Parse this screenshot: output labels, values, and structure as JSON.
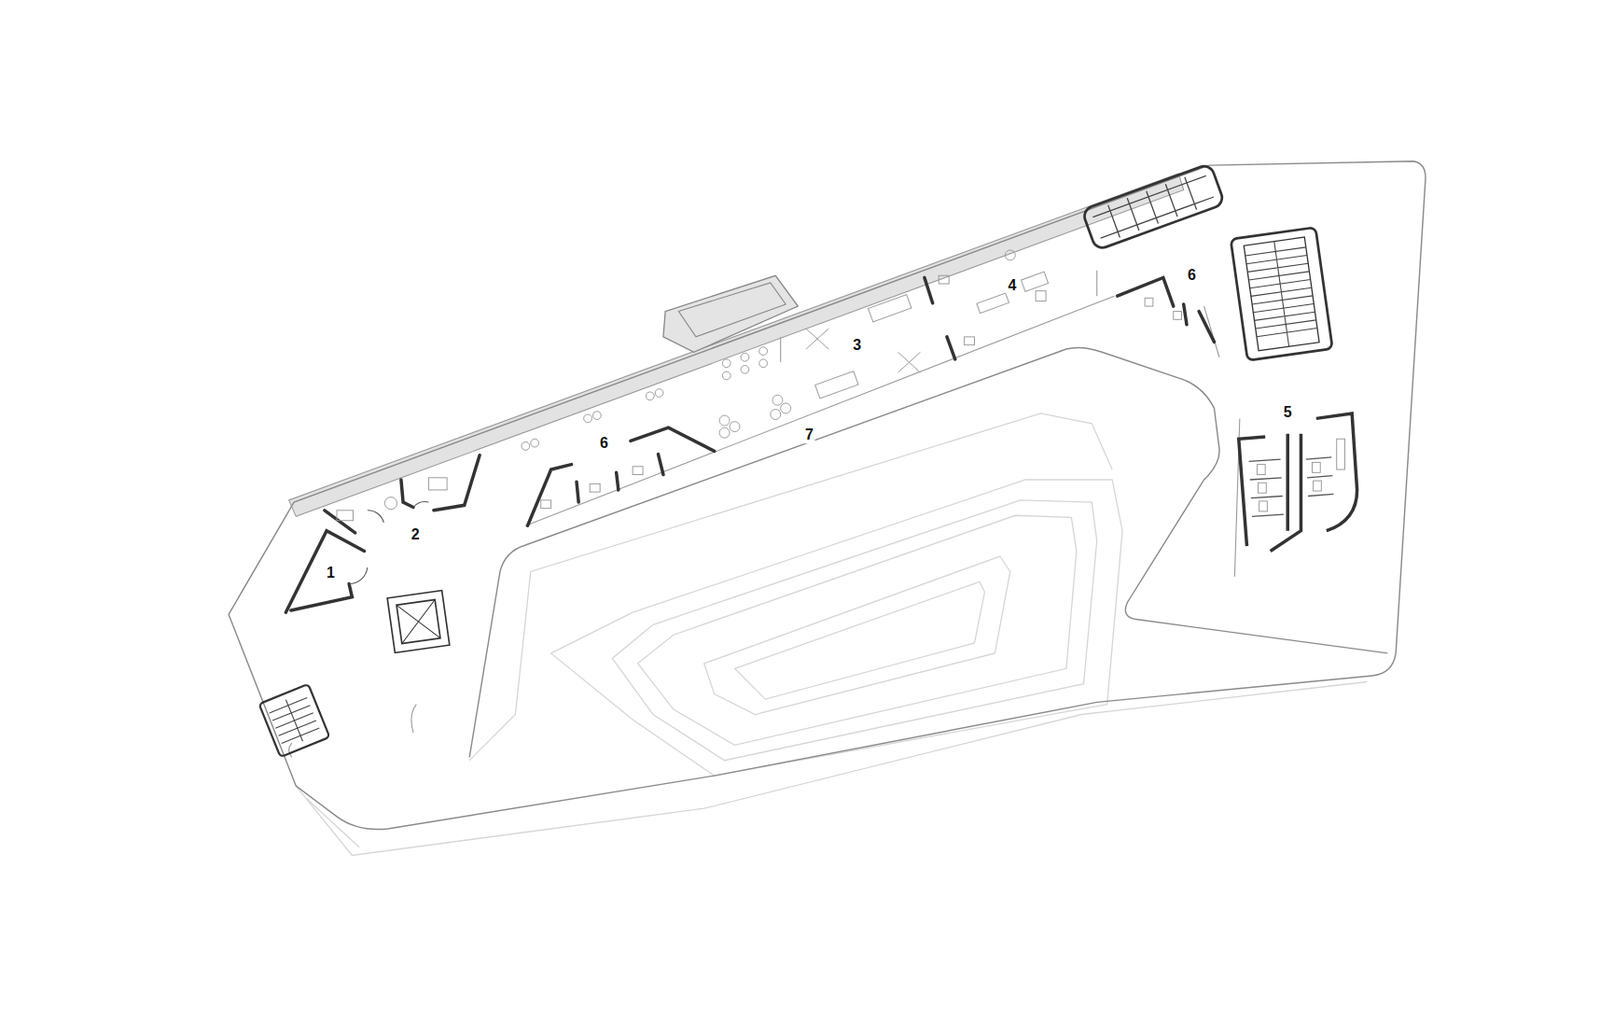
{
  "diagram": {
    "labels": [
      "6",
      "4",
      "3",
      "5",
      "7",
      "6",
      "2",
      "1"
    ]
  }
}
